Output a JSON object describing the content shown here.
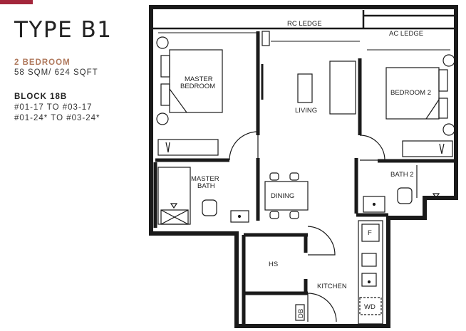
{
  "header": {
    "title": "TYPE B1",
    "unit_type": "2 BEDROOM",
    "area": "58 SQM/ 624 SQFT",
    "block": "BLOCK 18B",
    "unit_ranges": [
      "#01-17 TO #03-17",
      "#01-24* TO #03-24*"
    ]
  },
  "rooms": {
    "rc_ledge": "RC LEDGE",
    "ac_ledge": "AC LEDGE",
    "master_bedroom": [
      "MASTER",
      "BEDROOM"
    ],
    "living": "LIVING",
    "bedroom_2": "BEDROOM 2",
    "master_bath": [
      "MASTER",
      "BATH"
    ],
    "bath_2": "BATH 2",
    "dining": "DINING",
    "hs": "HS",
    "kitchen": "KITCHEN",
    "db": "DB",
    "fridge": "F",
    "washer_dryer": "WD"
  },
  "colors": {
    "accent": "#a3263b",
    "type_label": "#b07a5e",
    "wall": "#1a1a1a"
  }
}
